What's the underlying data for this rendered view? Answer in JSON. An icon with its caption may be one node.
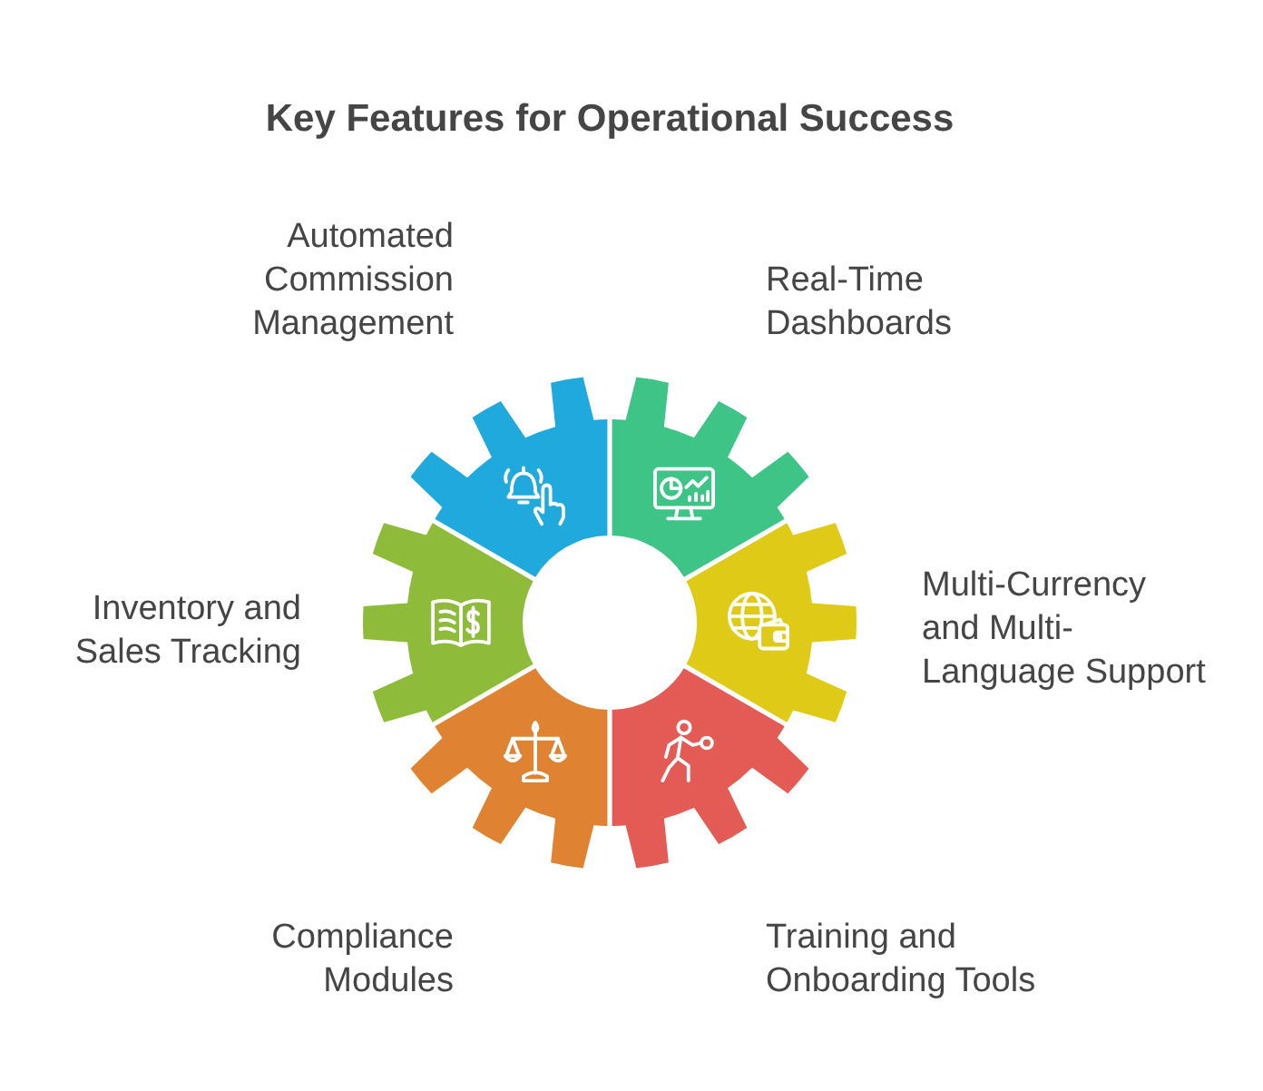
{
  "diagram": {
    "title": "Key Features for Operational Success",
    "nodes": [
      {
        "text": [],
        "shape": "gear",
        "beside": [
          "Automated Commission Management"
        ]
      },
      {
        "text": [],
        "shape": "gear",
        "beside": [
          "Real-Time Dashboards"
        ]
      },
      {
        "text": [],
        "shape": "gear",
        "beside": [
          "Multi-Currency and Multi-Language Support"
        ]
      },
      {
        "text": [],
        "shape": "gear",
        "beside": [
          "Training and Onboarding Tools"
        ]
      },
      {
        "text": [],
        "shape": "gear",
        "beside": [
          "Compliance Modules"
        ]
      },
      {
        "text": [],
        "shape": "gear",
        "beside": [
          "Inventory and Sales Tracking"
        ]
      }
    ]
  }
}
